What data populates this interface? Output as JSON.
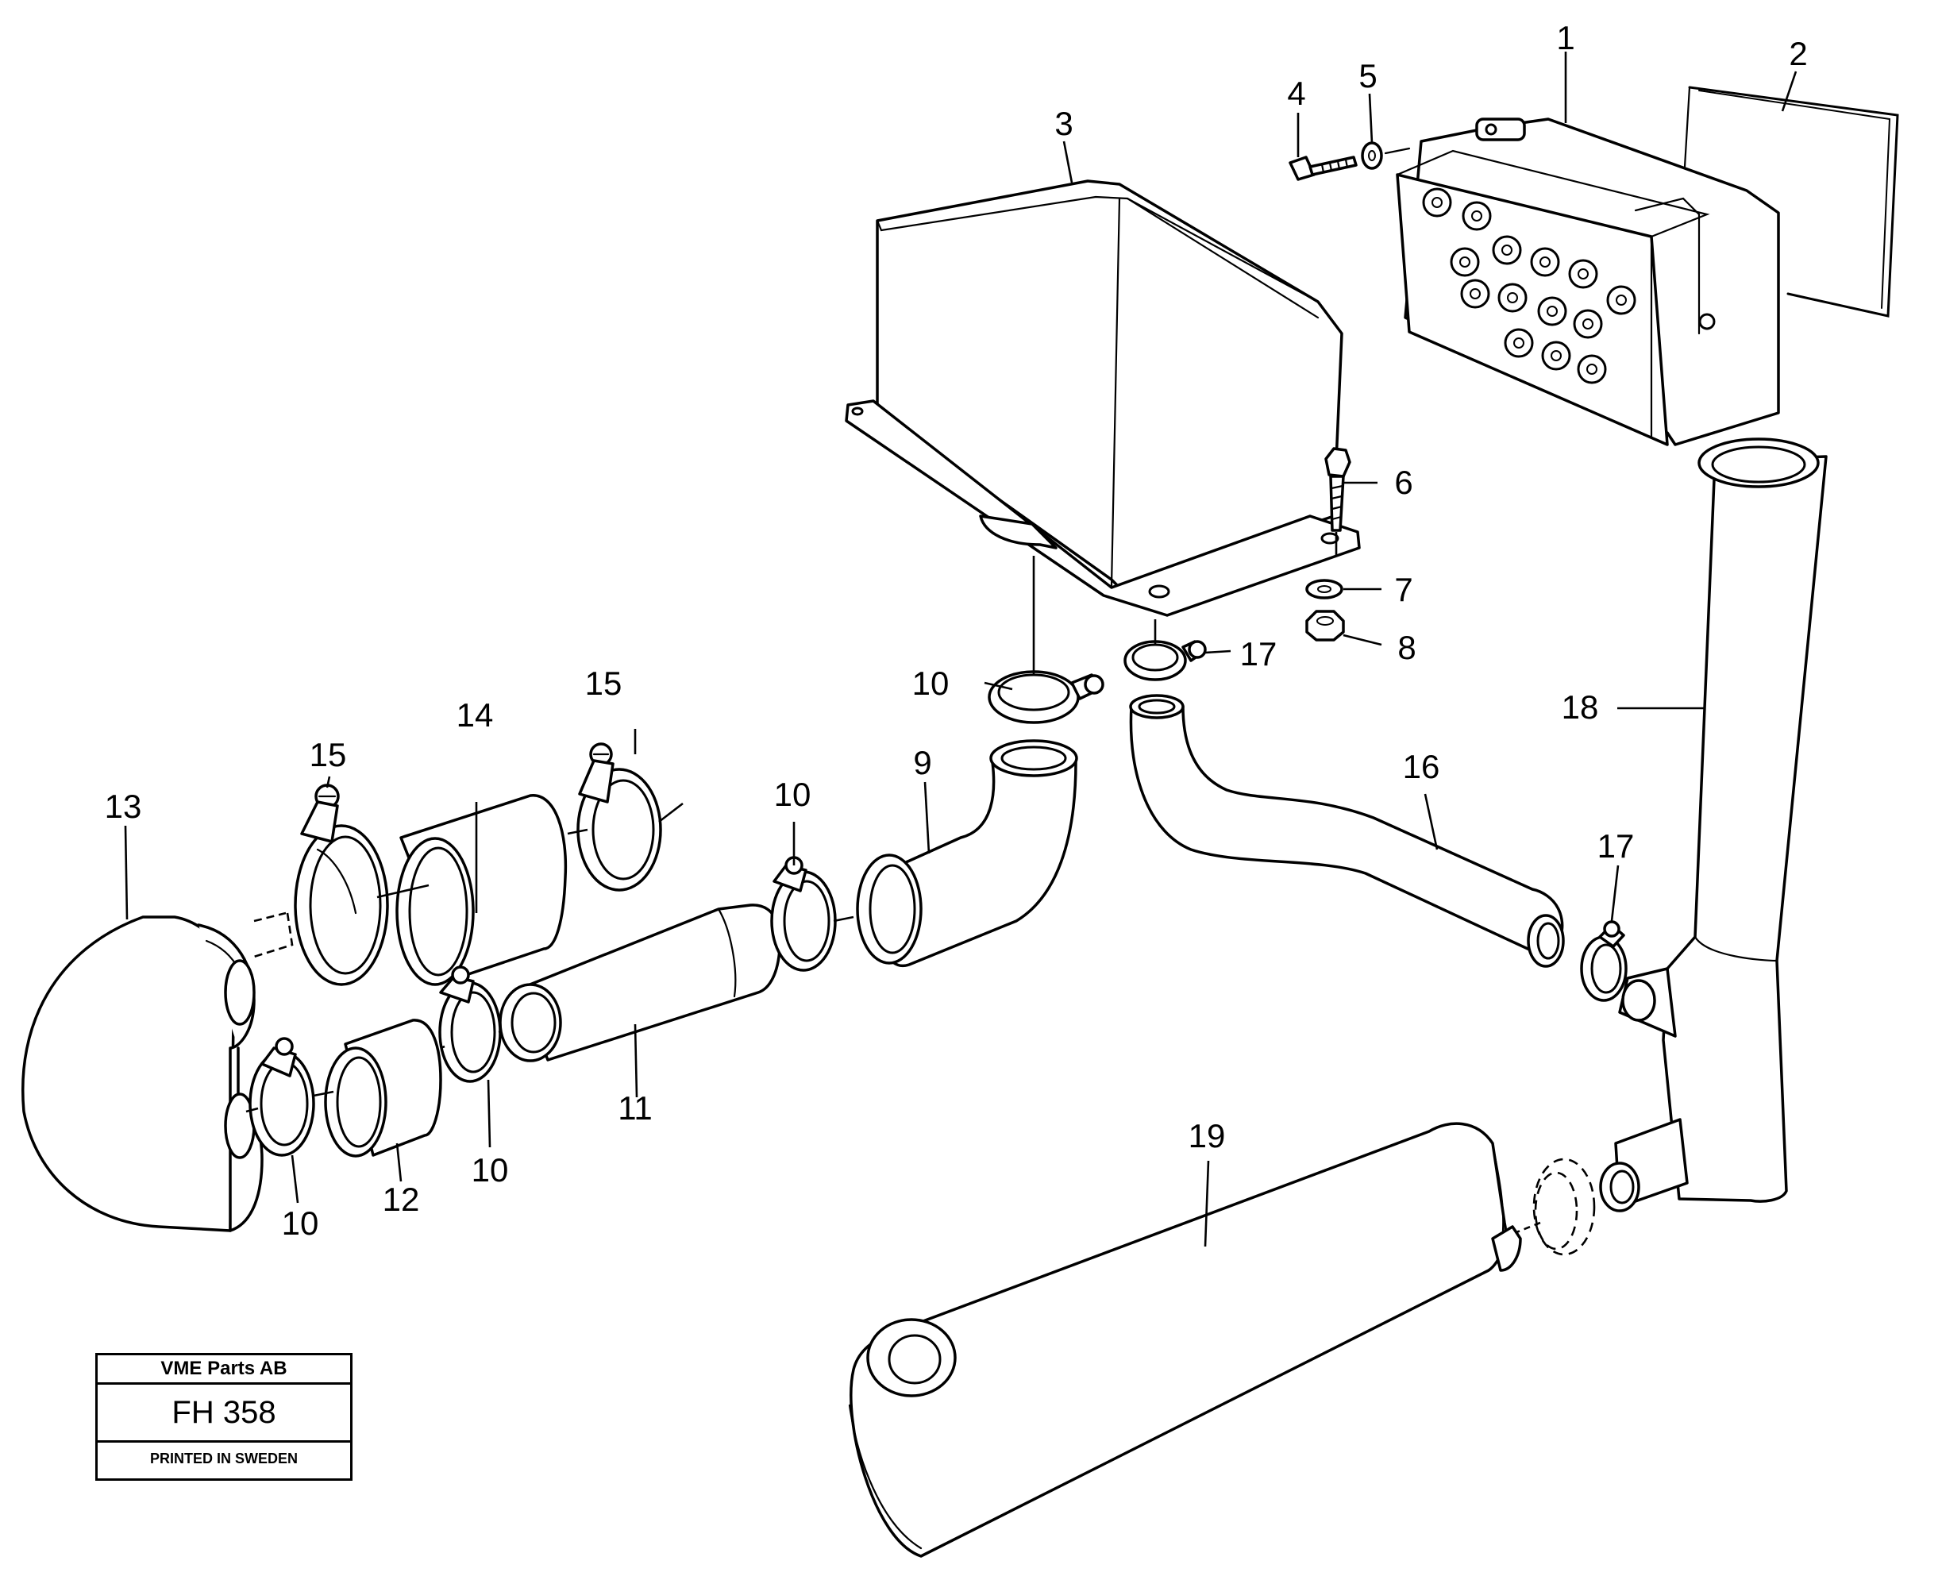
{
  "callouts": {
    "c1": "1",
    "c2": "2",
    "c3": "3",
    "c4": "4",
    "c5": "5",
    "c6": "6",
    "c7": "7",
    "c8": "8",
    "c9": "9",
    "c10a": "10",
    "c10b": "10",
    "c10c": "10",
    "c10d": "10",
    "c11": "11",
    "c12": "12",
    "c13": "13",
    "c14": "14",
    "c15a": "15",
    "c15b": "15",
    "c16": "16",
    "c17a": "17",
    "c17b": "17",
    "c18": "18",
    "c19": "19"
  },
  "title_block": {
    "company": "VME Parts AB",
    "code": "FH 358",
    "printed": "PRINTED IN SWEDEN"
  }
}
